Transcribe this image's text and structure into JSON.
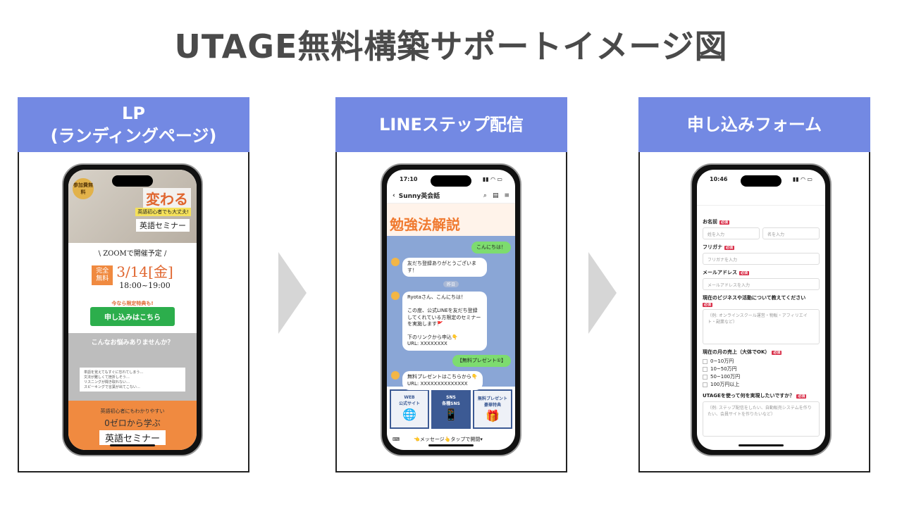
{
  "title": "UTAGE無料構築サポートイメージ図",
  "panels": [
    {
      "header_line1": "LP",
      "header_line2": "(ランディングページ)"
    },
    {
      "header": "LINEステップ配信"
    },
    {
      "header": "申し込みフォーム"
    }
  ],
  "lp": {
    "badge": "参加費無料",
    "headline": "変わる",
    "sub": "英語初心者でも大丈夫!",
    "seminar": "英語セミナー",
    "zoom": "\\ ZOOMで開催予定 /",
    "free": "完全無料",
    "date": "3/14[金]",
    "time": "18:00~19:00",
    "cta_tag": "今なら限定特典も!",
    "cta": "申し込みはこちら",
    "worry_title": "こんなお悩みありませんか？",
    "worries": [
      "単語を覚えてもすぐに忘れてしまう…",
      "文法が難しくて挫折しそう…",
      "リスニングが聞き取れない…",
      "スピーキングで言葉が出てこない…"
    ],
    "footer_tag": "英語初心者にもわかりやすい",
    "footer_main": "0ゼロから学ぶ",
    "footer_seminar": "英語セミナー"
  },
  "line": {
    "time": "17:10",
    "account": "Sunny英会話",
    "banner": "勉強法解説",
    "messages": [
      {
        "from": "me",
        "text": "こんにちは！"
      },
      {
        "from": "bot",
        "text": "友だち登録ありがとうございます！"
      },
      {
        "from": "day",
        "text": "昨日"
      },
      {
        "from": "bot",
        "text": "Ryotaさん、こんにちは！\n\nこの度、公式LINEを友だち登録してくれている方限定のセミナーを実施します🚩\n\n下のリンクから申込👇\nURL: XXXXXXXX"
      },
      {
        "from": "me",
        "text": "【無料プレゼント①】"
      },
      {
        "from": "bot",
        "text": "無料プレゼントはこちらから👇\nURL: XXXXXXXXXXXXXX"
      }
    ],
    "menu": [
      {
        "title": "WEB",
        "sub": "公式サイト",
        "icon": "🌐"
      },
      {
        "title": "SNS",
        "sub": "各種SNS",
        "icon": "📱"
      },
      {
        "title": "無料プレゼント",
        "sub": "豪華特典",
        "icon": "🎁"
      }
    ],
    "footer": "👈メッセージ👆タップで開閉▾"
  },
  "form": {
    "time": "10:46",
    "required": "必須",
    "name_label": "お名前",
    "last_ph": "姓を入力",
    "first_ph": "名を入力",
    "kana_label": "フリガナ",
    "kana_ph": "フリガナを入力",
    "email_label": "メールアドレス",
    "email_ph": "メールアドレスを入力",
    "biz_label": "現在のビジネスや活動について教えてください",
    "biz_ph": "（例: オンラインスクール運営・物販・アフィリエイト・副業など）",
    "sales_label": "現在の月の売上（大体でOK）",
    "sales_options": [
      "0~10万円",
      "10~50万円",
      "50~100万円",
      "100万円以上"
    ],
    "goal_label": "UTAGEを使って何を実現したいですか？",
    "goal_ph": "（例: ステップ配信をしたい、自動販売システムを作りたい、会員サイトを作りたいなど）"
  }
}
